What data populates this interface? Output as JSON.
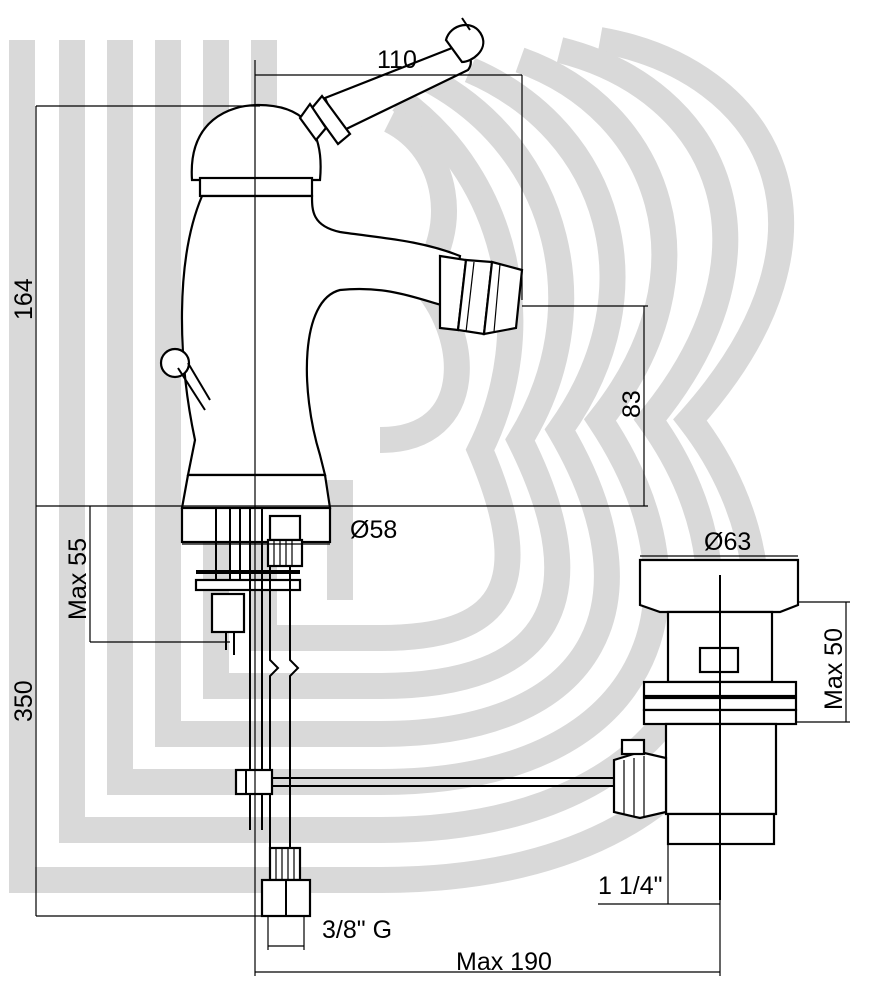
{
  "colors": {
    "line": "#000000",
    "watermark": "#d9d9d9",
    "background": "#ffffff"
  },
  "dimensions": {
    "width_top": "110",
    "height_total": "164",
    "spout_height": "83",
    "base_diameter": "Ø58",
    "deck_thickness": "Max 55",
    "under_length": "350",
    "waste_diameter": "Ø63",
    "waste_height": "Max 50",
    "waste_thread": "1 1/4\"",
    "hose_thread": "3/8\" G",
    "overall_depth": "Max 190"
  }
}
